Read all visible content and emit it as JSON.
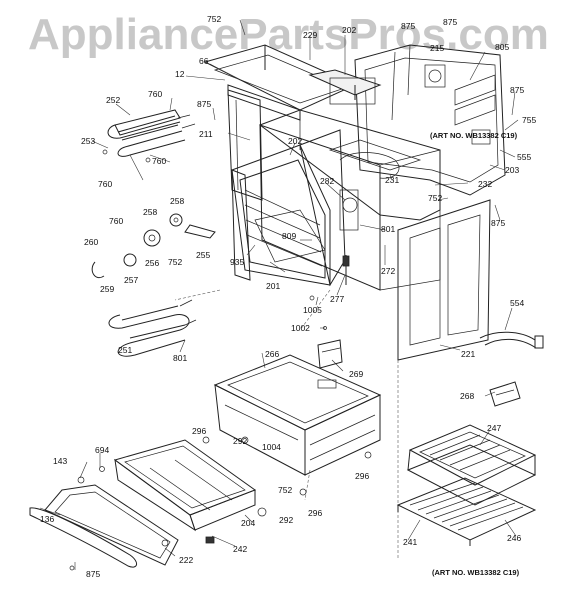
{
  "watermark": "AppliancePartsPros.com",
  "art_number": "(ART NO. WB13382 C19)",
  "art_number_header": "(ART NO. WB13382 C19)",
  "parts": {
    "p752a": "752",
    "p229": "229",
    "p202a": "202",
    "p875a": "875",
    "p875b": "875",
    "p215": "215",
    "p805": "805",
    "p66": "66",
    "p12": "12",
    "p252": "252",
    "p760a": "760",
    "p875c": "875",
    "p875d": "875",
    "p755": "755",
    "p211": "211",
    "p202b": "202",
    "p253": "253",
    "p760b": "760",
    "p760c": "760",
    "p555": "555",
    "p203": "203",
    "p282": "282",
    "p231": "231",
    "p232": "232",
    "p752b": "752",
    "p875e": "875",
    "p258a": "258",
    "p258b": "258",
    "p760d": "760",
    "p809": "809",
    "p801a": "801",
    "p260": "260",
    "p256": "256",
    "p752c": "752",
    "p255": "255",
    "p935": "935",
    "p201": "201",
    "p272": "272",
    "p259": "259",
    "p257": "257",
    "p277": "277",
    "p1005": "1005",
    "p554": "554",
    "p1002": "1002",
    "p251": "251",
    "p801b": "801",
    "p221": "221",
    "p266": "266",
    "p269": "269",
    "p268": "268",
    "p296a": "296",
    "p292a": "292",
    "p1004": "1004",
    "p247": "247",
    "p143": "143",
    "p694": "694",
    "p296b": "296",
    "p752d": "752",
    "p296c": "296",
    "p292b": "292",
    "p204": "204",
    "p136": "136",
    "p242": "242",
    "p222": "222",
    "p241": "241",
    "p246": "246",
    "p875f": "875"
  }
}
